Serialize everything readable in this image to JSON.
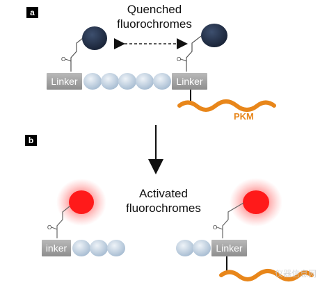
{
  "panels": {
    "a": {
      "label": "a",
      "caption_line1": "Quenched",
      "caption_line2": "fluorochromes",
      "linker_left": "Linker",
      "linker_right": "Linker",
      "enzyme_label": "PKM"
    },
    "b": {
      "label": "b",
      "caption_line1": "Activated",
      "caption_line2": "fluorochromes",
      "linker_left": "inker",
      "linker_right": "Linker"
    }
  },
  "watermark": "仪器信息网",
  "colors": {
    "quenched_fluorochrome": "#25324a",
    "activated_fluorochrome": "#ff1a1a",
    "peptide_bead": "#c3d3e4",
    "linker_box": "#a3a3a3",
    "enzyme_strand": "#e8861a"
  }
}
